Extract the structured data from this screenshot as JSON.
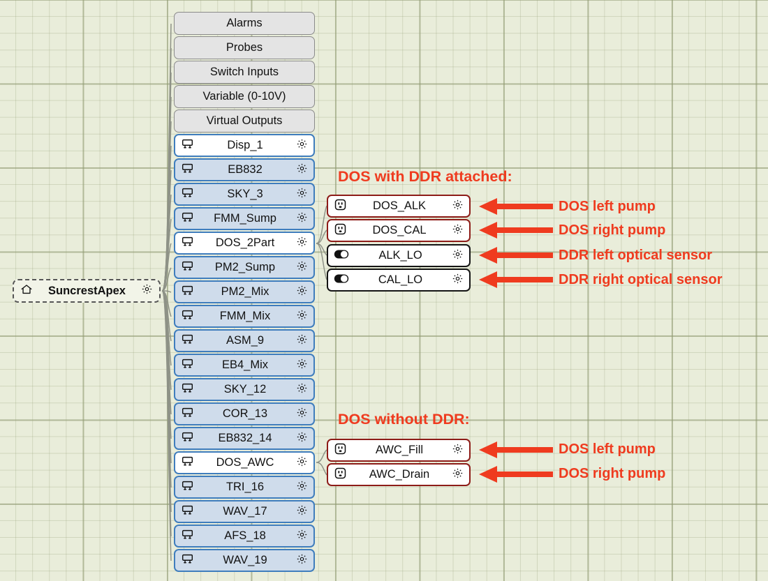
{
  "canvas": {
    "background_color": "#e9edda",
    "grid_color": "#96a078"
  },
  "root": {
    "label": "SuncrestApex",
    "home_icon": "home-icon",
    "gear_icon": "gear-icon"
  },
  "groups": [
    {
      "label": "Alarms"
    },
    {
      "label": "Probes"
    },
    {
      "label": "Switch Inputs"
    },
    {
      "label": "Variable (0-10V)"
    },
    {
      "label": "Virtual Outputs"
    }
  ],
  "devices": [
    {
      "label": "Disp_1",
      "selected": true
    },
    {
      "label": "EB832",
      "selected": false
    },
    {
      "label": "SKY_3",
      "selected": false
    },
    {
      "label": "FMM_Sump",
      "selected": false
    },
    {
      "label": "DOS_2Part",
      "selected": true
    },
    {
      "label": "PM2_Sump",
      "selected": false
    },
    {
      "label": "PM2_Mix",
      "selected": false
    },
    {
      "label": "FMM_Mix",
      "selected": false
    },
    {
      "label": "ASM_9",
      "selected": false
    },
    {
      "label": "EB4_Mix",
      "selected": false
    },
    {
      "label": "SKY_12",
      "selected": false
    },
    {
      "label": "COR_13",
      "selected": false
    },
    {
      "label": "EB832_14",
      "selected": false
    },
    {
      "label": "DOS_AWC",
      "selected": true
    },
    {
      "label": "TRI_16",
      "selected": false
    },
    {
      "label": "WAV_17",
      "selected": false
    },
    {
      "label": "AFS_18",
      "selected": false
    },
    {
      "label": "WAV_19",
      "selected": false
    }
  ],
  "section_with_ddr": {
    "heading": "DOS with DDR attached:",
    "nodes": [
      {
        "label": "DOS_ALK",
        "icon": "outlet-icon",
        "annotation": "DOS left pump"
      },
      {
        "label": "DOS_CAL",
        "icon": "outlet-icon",
        "annotation": "DOS right pump"
      },
      {
        "label": "ALK_LO",
        "icon": "toggle-icon",
        "annotation": "DDR left optical sensor"
      },
      {
        "label": "CAL_LO",
        "icon": "toggle-icon",
        "annotation": "DDR right optical sensor"
      }
    ]
  },
  "section_without_ddr": {
    "heading": "DOS without DDR:",
    "nodes": [
      {
        "label": "AWC_Fill",
        "icon": "outlet-icon",
        "annotation": "DOS left pump"
      },
      {
        "label": "AWC_Drain",
        "icon": "outlet-icon",
        "annotation": "DOS right pump"
      }
    ]
  },
  "colors": {
    "annotation_red": "#ef3b1f",
    "outlet_border": "#8d1c18",
    "switch_border": "#141414",
    "device_border": "#3f7dbd",
    "device_fill": "#cfdceb",
    "group_fill": "#e4e4e4"
  }
}
